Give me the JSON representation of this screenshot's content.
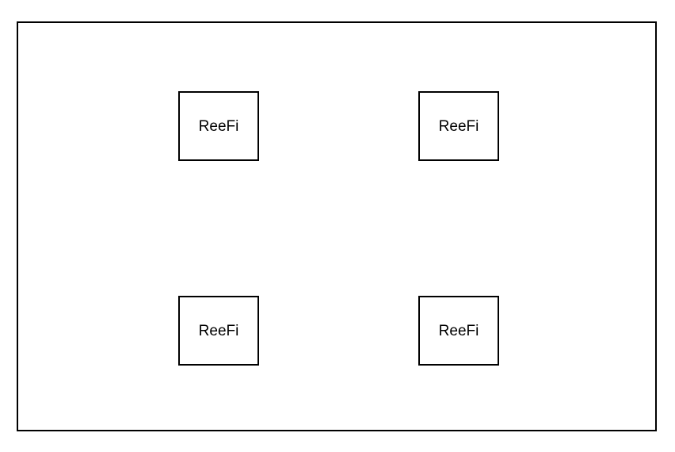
{
  "canvas": {
    "background_color": "#ffffff",
    "border_color": "#000000"
  },
  "diagram": {
    "nodes": [
      {
        "label": "ReeFi",
        "position": "top-left"
      },
      {
        "label": "ReeFi",
        "position": "top-right"
      },
      {
        "label": "ReeFi",
        "position": "bottom-left"
      },
      {
        "label": "ReeFi",
        "position": "bottom-right"
      }
    ]
  }
}
